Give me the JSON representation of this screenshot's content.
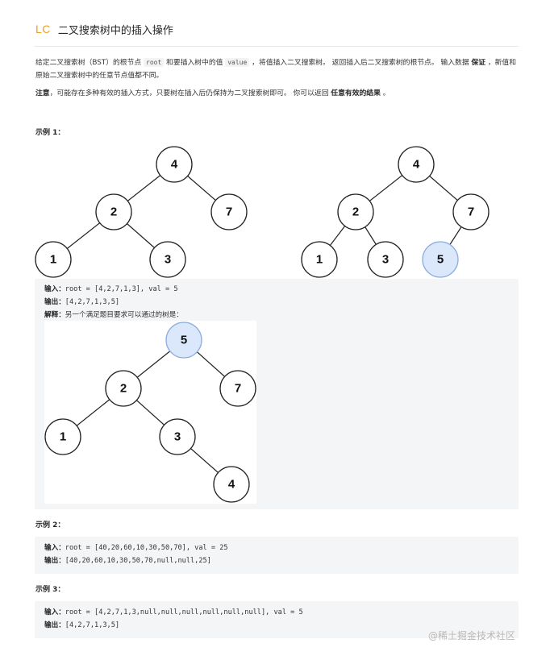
{
  "header": {
    "logo": "LC",
    "title": "二叉搜索树中的插入操作"
  },
  "description": {
    "part1": "给定二叉搜索树（BST）的根节点 ",
    "code_root": "root",
    "part2": " 和要插入树中的值 ",
    "code_value": "value",
    "part3": " ，将值插入二叉搜索树。 返回插入后二叉搜索树的根节点。 输入数据 ",
    "bold_guarantee": "保证",
    "part4": " ，新值和原始二叉搜索树中的任意节点值都不同。"
  },
  "note": {
    "bold_note": "注意",
    "text": "，可能存在多种有效的插入方式，只要树在插入后仍保持为二叉搜索树即可。 你可以返回 ",
    "bold_any": "任意有效的结果",
    "end": " 。"
  },
  "examples": [
    {
      "label": "示例 1：",
      "input_key": "输入：",
      "input": "root = [4,2,7,1,3], val = 5",
      "output_key": "输出：",
      "output": "[4,2,7,1,3,5]",
      "explain_key": "解释：",
      "explain": "另一个满足题目要求可以通过的树是："
    },
    {
      "label": "示例 2：",
      "input_key": "输入：",
      "input": "root = [40,20,60,10,30,50,70], val = 25",
      "output_key": "输出：",
      "output": "[40,20,60,10,30,50,70,null,null,25]"
    },
    {
      "label": "示例 3：",
      "input_key": "输入：",
      "input": "root = [4,2,7,1,3,null,null,null,null,null,null], val = 5",
      "output_key": "输出：",
      "output": "[4,2,7,1,3,5]"
    }
  ],
  "trees": {
    "original": [
      "4",
      "2",
      "7",
      "1",
      "3"
    ],
    "inserted": [
      "4",
      "2",
      "7",
      "1",
      "3",
      "5"
    ],
    "alternate": [
      "5",
      "2",
      "7",
      "1",
      "3",
      "4"
    ],
    "highlight_color": "#dbe7fb"
  },
  "watermark": "@稀土掘金技术社区"
}
